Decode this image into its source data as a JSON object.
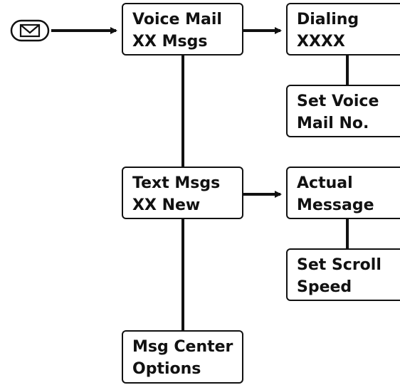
{
  "envelope_key": {
    "icon": "envelope-icon"
  },
  "nodes": {
    "voice_mail": {
      "line1": "Voice Mail",
      "line2": "XX Msgs"
    },
    "dialing": {
      "line1": "Dialing",
      "line2": "XXXX"
    },
    "set_voice_mail": {
      "line1": "Set Voice",
      "line2": "Mail No."
    },
    "text_msgs": {
      "line1": "Text Msgs",
      "line2": "XX New"
    },
    "actual_message": {
      "line1": "Actual",
      "line2": "Message"
    },
    "set_scroll_speed": {
      "line1": "Set Scroll",
      "line2": "Speed"
    },
    "msg_center_options": {
      "line1": "Msg Center",
      "line2": "Options"
    }
  },
  "colors": {
    "ink": "#111111",
    "background": "#ffffff"
  }
}
